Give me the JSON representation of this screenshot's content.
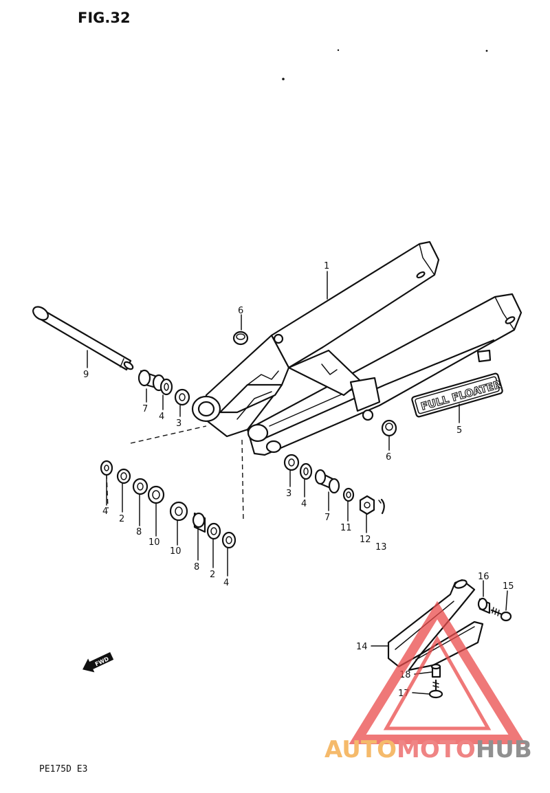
{
  "figure_title": "FIG.32",
  "model_code": "PE175D E3",
  "plate_text": "FULL FLOATER",
  "fwd_arrow_text": "FWD",
  "callouts": {
    "c1": "1",
    "c2a": "2",
    "c2b": "2",
    "c3a": "3",
    "c3b": "3",
    "c4a": "4",
    "c4b": "4",
    "c4c": "4",
    "c5": "5",
    "c6a": "6",
    "c6b": "6",
    "c7a": "7",
    "c7b": "7",
    "c8a": "8",
    "c8b": "8",
    "c9": "9",
    "c10a": "10",
    "c10b": "10",
    "c11": "11",
    "c12": "12",
    "c13": "13",
    "c14": "14",
    "c15": "15",
    "c16": "16",
    "c17": "17",
    "c18": "18"
  },
  "watermark": {
    "part1": "AUTO",
    "part2": "MOTO",
    "part3": "HUB",
    "triangle_color": "#ea4c4c",
    "auto_color": "#f2a33a",
    "moto_color": "#ea5b5b",
    "hub_color": "#6b6b6b"
  }
}
